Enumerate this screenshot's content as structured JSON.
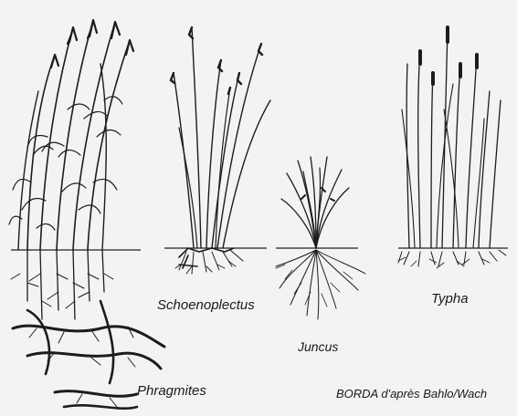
{
  "labels": {
    "phragmites": "Phragmites",
    "schoenoplectus": "Schoenoplectus",
    "juncus": "Juncus",
    "typha": "Typha"
  },
  "credit": "BORDA d'après Bahlo/Wach",
  "colors": {
    "ink": "#1a1a1a",
    "background": "#f3f3f1"
  }
}
